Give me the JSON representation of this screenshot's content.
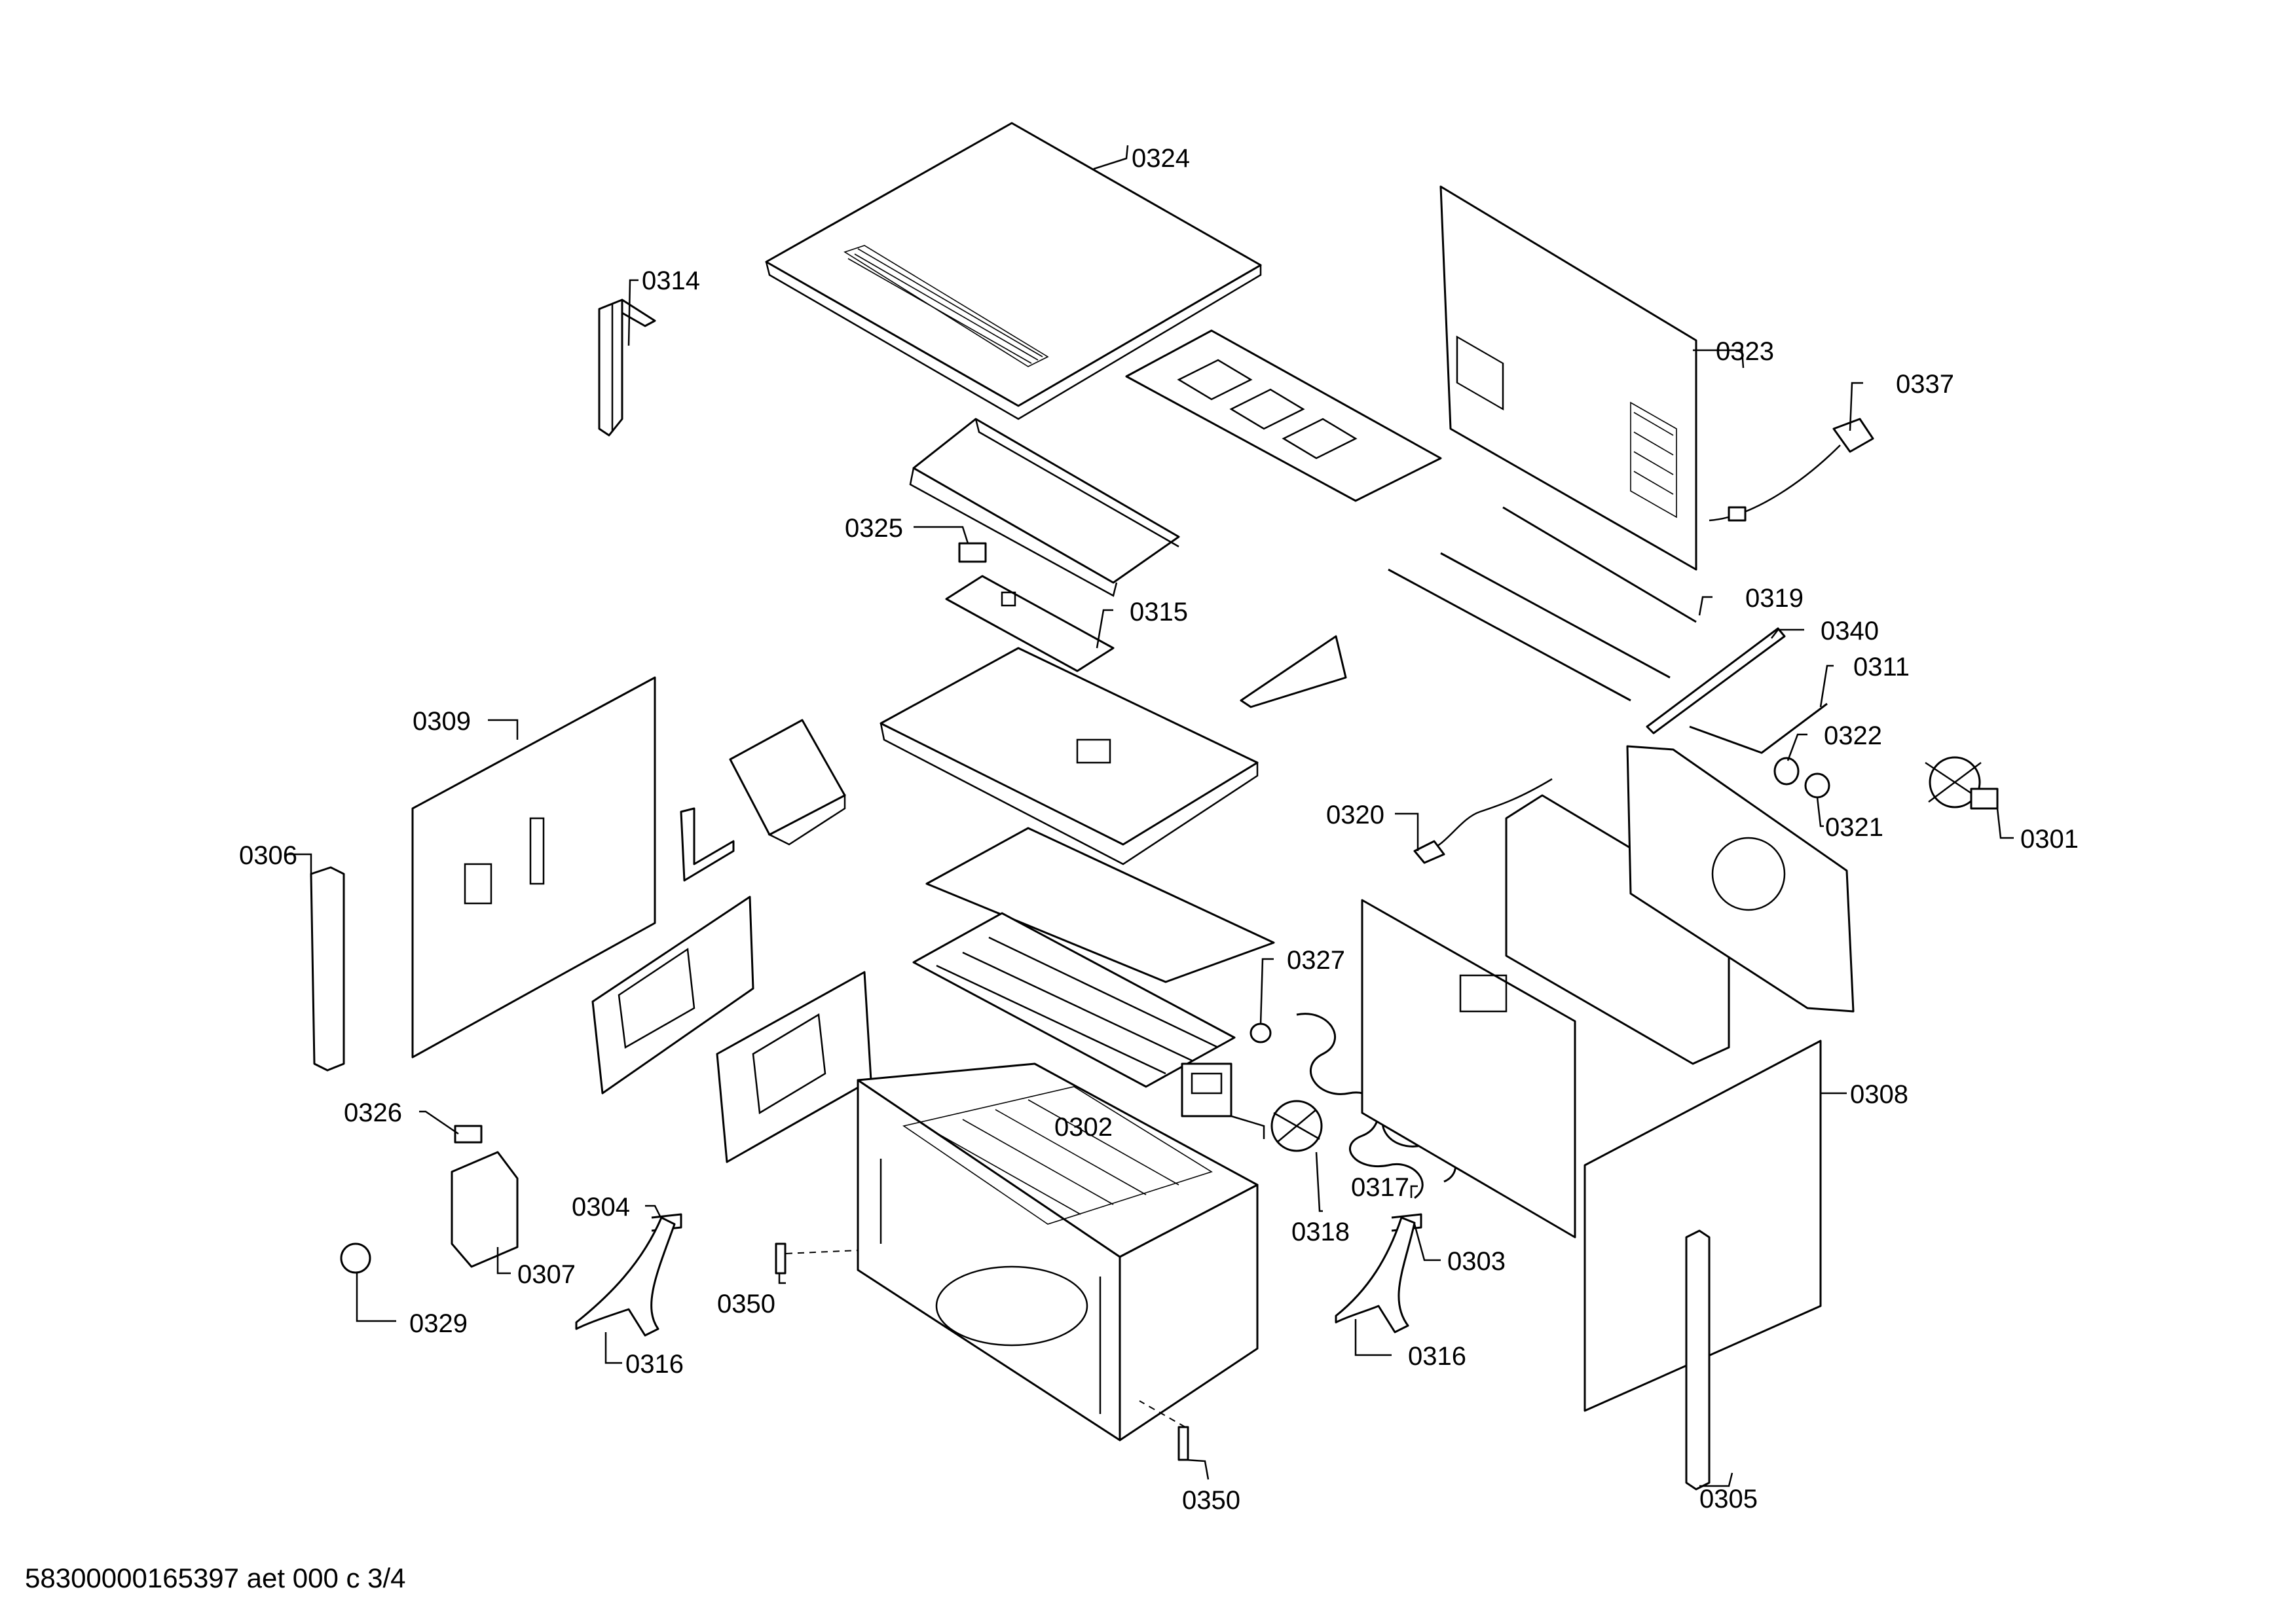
{
  "footer_code": "58300000165397 aet 000 c 3/4",
  "labels": {
    "p0324": "0324",
    "p0314": "0314",
    "p0323": "0323",
    "p0337": "0337",
    "p0325": "0325",
    "p0315": "0315",
    "p0319": "0319",
    "p0340": "0340",
    "p0311": "0311",
    "p0322": "0322",
    "p0321": "0321",
    "p0301": "0301",
    "p0320": "0320",
    "p0309": "0309",
    "p0306": "0306",
    "p0327": "0327",
    "p0302": "0302",
    "p0317": "0317",
    "p0318": "0318",
    "p0308": "0308",
    "p0326": "0326",
    "p0307": "0307",
    "p0304": "0304",
    "p0303": "0303",
    "p0329": "0329",
    "p0316a": "0316",
    "p0316b": "0316",
    "p0350a": "0350",
    "p0350b": "0350",
    "p0305": "0305"
  }
}
